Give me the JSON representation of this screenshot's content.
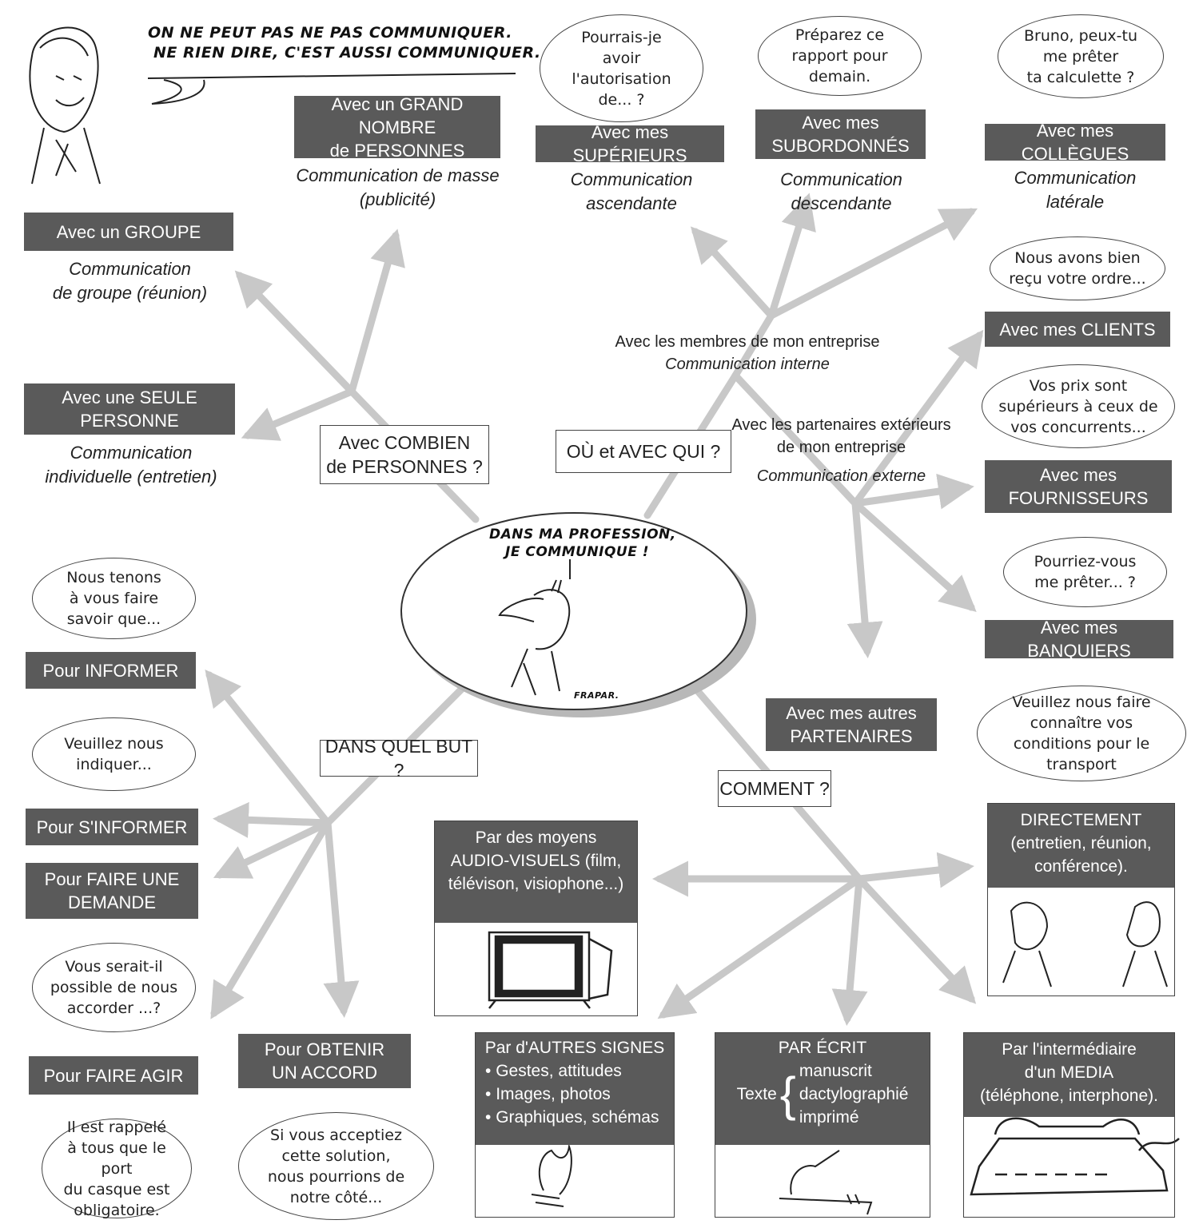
{
  "header": {
    "quote_line1": "ON NE PEUT PAS NE PAS COMMUNIQUER.",
    "quote_line2": "NE RIEN DIRE, C'EST AUSSI COMMUNIQUER."
  },
  "center": {
    "caption_line1": "DANS MA PROFESSION,",
    "caption_line2": "JE COMMUNIQUE !",
    "signature": "FRAPAR."
  },
  "questions": {
    "combien_line1": "Avec COMBIEN",
    "combien_line2": "de PERSONNES ?",
    "ou": "OÙ et AVEC QUI ?",
    "but": "DANS QUEL BUT ?",
    "comment": "COMMENT ?"
  },
  "combien": {
    "grand_nombre": {
      "line1": "Avec un GRAND NOMBRE",
      "line2": "de PERSONNES",
      "desc1": "Communication de masse",
      "desc2": "(publicité)"
    },
    "groupe": {
      "line1": "Avec un GROUPE",
      "desc1": "Communication",
      "desc2": "de groupe (réunion)"
    },
    "seule": {
      "line1": "Avec une SEULE",
      "line2": "PERSONNE",
      "desc1": "Communication",
      "desc2": "individuelle (entretien)"
    }
  },
  "ou": {
    "interne": {
      "line1": "Avec les membres de mon entreprise",
      "line2": "Communication interne"
    },
    "externe": {
      "line1": "Avec les partenaires extérieurs",
      "line2": "de mon entreprise",
      "line3": "Communication externe"
    },
    "superieurs": {
      "label": "Avec mes SUPÉRIEURS",
      "desc1": "Communication",
      "desc2": "ascendante",
      "bubble": [
        "Pourrais-je",
        "avoir",
        "l'autorisation",
        "de... ?"
      ]
    },
    "subordonnes": {
      "line1": "Avec mes",
      "line2": "SUBORDONNÉS",
      "desc1": "Communication",
      "desc2": "descendante",
      "bubble": [
        "Préparez ce",
        "rapport pour",
        "demain."
      ]
    },
    "collegues": {
      "label": "Avec mes COLLÈGUES",
      "desc1": "Communication",
      "desc2": "latérale",
      "bubble": [
        "Bruno, peux-tu",
        "me prêter",
        "ta calculette ?"
      ]
    },
    "clients": {
      "label": "Avec mes CLIENTS",
      "bubble": [
        "Nous avons bien",
        "reçu votre ordre..."
      ]
    },
    "fournisseurs": {
      "line1": "Avec mes",
      "line2": "FOURNISSEURS",
      "bubble": [
        "Vos prix sont",
        "supérieurs à ceux de",
        "vos concurrents..."
      ]
    },
    "banquiers": {
      "label": "Avec mes BANQUIERS",
      "bubble": [
        "Pourriez-vous",
        "me prêter... ?"
      ]
    },
    "autres": {
      "line1": "Avec mes autres",
      "line2": "PARTENAIRES",
      "bubble": [
        "Veuillez nous faire",
        "connaître vos",
        "conditions pour le",
        "transport"
      ]
    }
  },
  "but": {
    "informer": {
      "label": "Pour INFORMER",
      "bubble": [
        "Nous tenons",
        "à vous faire",
        "savoir que..."
      ]
    },
    "sinformer": {
      "label": "Pour S'INFORMER",
      "bubble": [
        "Veuillez nous",
        "indiquer..."
      ]
    },
    "demande": {
      "line1": "Pour FAIRE UNE",
      "line2": "DEMANDE",
      "bubble": [
        "Vous serait-il",
        "possible de nous",
        "accorder ...?"
      ]
    },
    "agir": {
      "label": "Pour FAIRE AGIR",
      "bubble": [
        "Il est rappelé",
        "à tous que le port",
        "du casque est",
        "obligatoire."
      ]
    },
    "accord": {
      "line1": "Pour OBTENIR",
      "line2": "UN ACCORD",
      "bubble": [
        "Si vous acceptiez",
        "cette solution,",
        "nous pourrions de",
        "notre côté..."
      ]
    }
  },
  "comment": {
    "audiovisuels": {
      "line1": "Par des moyens",
      "line2": "AUDIO-VISUELS (film,",
      "line3": "télévison, visiophone...)"
    },
    "directement": {
      "line1": "DIRECTEMENT",
      "line2": "(entretien, réunion,",
      "line3": "conférence)."
    },
    "signes": {
      "title": "Par d'AUTRES SIGNES",
      "items": [
        "Gestes, attitudes",
        "Images, photos",
        "Graphiques, schémas"
      ]
    },
    "ecrit": {
      "title": "PAR ÉCRIT",
      "texte": "Texte",
      "items": [
        "manuscrit",
        "dactylographié",
        "imprimé"
      ]
    },
    "media": {
      "line1": "Par l'intermédiaire",
      "line2": "d'un MEDIA",
      "line3": "(téléphone, interphone)."
    }
  },
  "colors": {
    "box": "#5a5a5a",
    "arrow": "#c8c8c8",
    "ellipse_shadow": "#b8b8b8"
  }
}
